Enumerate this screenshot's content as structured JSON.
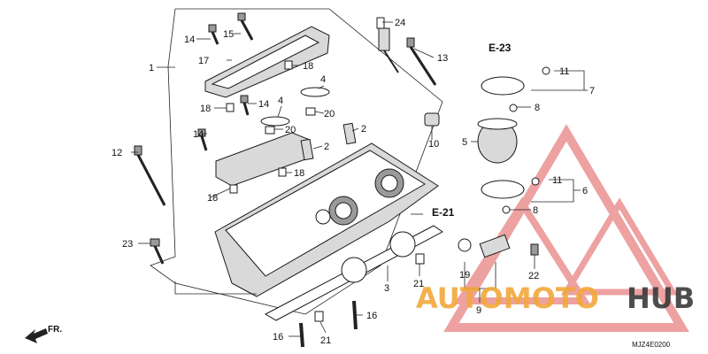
{
  "callouts": {
    "c1": "1",
    "c2a": "2",
    "c2b": "2",
    "c3": "3",
    "c4a": "4",
    "c4b": "4",
    "c5": "5",
    "c6": "6",
    "c7": "7",
    "c8a": "8",
    "c8b": "8",
    "c9": "9",
    "c10": "10",
    "c11a": "11",
    "c11b": "11",
    "c12": "12",
    "c13": "13",
    "c14a": "14",
    "c14b": "14",
    "c14c": "14",
    "c15": "15",
    "c16a": "16",
    "c16b": "16",
    "c17": "17",
    "c18a": "18",
    "c18b": "18",
    "c18c": "18",
    "c18d": "18",
    "c19": "19",
    "c20a": "20",
    "c20b": "20",
    "c21a": "21",
    "c21b": "21",
    "c22": "22",
    "c23": "23",
    "c24": "24"
  },
  "section_refs": {
    "e23": "E-23",
    "e21": "E-21"
  },
  "direction_label": "FR.",
  "diagram_code": "MJZ4E0200",
  "watermark": {
    "part1": "AUTOMOTO",
    "part2": "HUB",
    "color_accent": "#f2a83a",
    "color_dark": "#3a3a3a",
    "triangle_color": "#e05555"
  }
}
